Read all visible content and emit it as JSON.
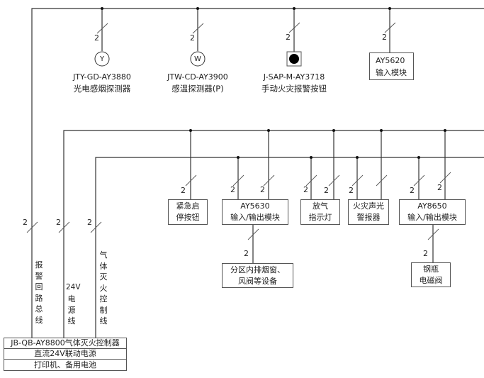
{
  "title": "气体灭火系统图",
  "wire_count_label": "2",
  "top_bus": {
    "devices": [
      {
        "symbol": "Y",
        "model": "JTY-GD-AY3880",
        "name": "光电感烟探测器"
      },
      {
        "symbol": "W",
        "model": "JTW-CD-AY3900",
        "name": "感温探测器(P)"
      },
      {
        "symbol": "manual-button",
        "model": "J-SAP-M-AY3718",
        "name": "手动火灾报警按钮"
      },
      {
        "symbol": "module",
        "model": "AY5620",
        "name": "输入模块"
      }
    ]
  },
  "lower_devices": [
    {
      "line1": "紧急启",
      "line2": "停按钮"
    },
    {
      "line1": "AY5630",
      "line2": "输入/输出模块"
    },
    {
      "line1": "放气",
      "line2": "指示灯"
    },
    {
      "line1": "火灾声光",
      "line2": "警报器"
    },
    {
      "line1": "AY8650",
      "line2": "输入/输出模块"
    }
  ],
  "output_devices": [
    {
      "line1": "分区内排烟窗、",
      "line2": "风阀等设备"
    },
    {
      "line1": "钢瓶",
      "line2": "电磁阀"
    }
  ],
  "bus_labels": {
    "alarm": "报警回路总线",
    "power_prefix": "24V",
    "power": "电源线",
    "gas": "气体灭火控制线"
  },
  "controller": {
    "row1": "JB-QB-AY8800气体灭火控制器",
    "row2": "直流24V联动电源",
    "row3": "打印机、备用电池"
  }
}
